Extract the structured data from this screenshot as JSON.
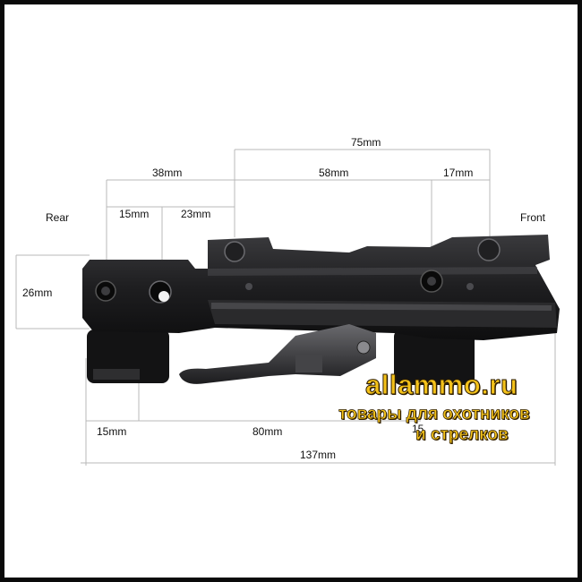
{
  "labels": {
    "rear": "Rear",
    "front": "Front",
    "d75": "75mm",
    "d38": "38mm",
    "d58": "58mm",
    "d17": "17mm",
    "d15top": "15mm",
    "d23": "23mm",
    "d26": "26mm",
    "d15bottom": "15mm",
    "d80": "80mm",
    "d15partial": "15",
    "d137": "137mm"
  },
  "watermark": {
    "site": "allammo.ru",
    "line1": "товары для охотников",
    "line2": "и стрелков"
  },
  "colors": {
    "watermark_fill": "#f4c21a",
    "metal": "#1c1c1e",
    "dimension_line": "#b8b8b8"
  }
}
